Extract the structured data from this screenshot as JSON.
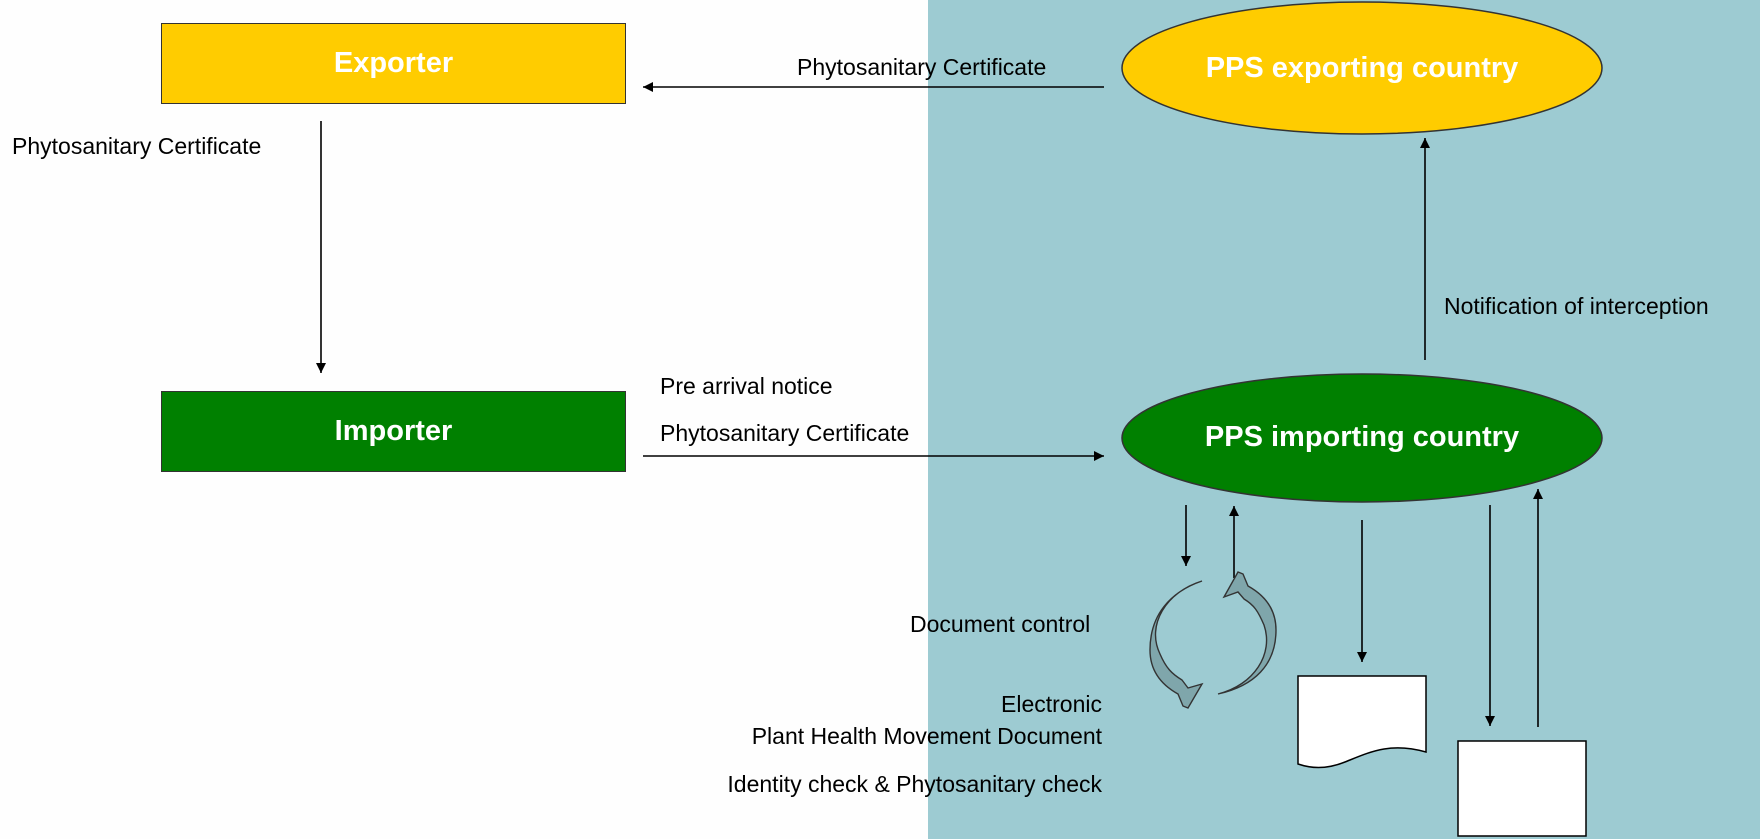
{
  "nodes": {
    "exporter": "Exporter",
    "importer": "Importer",
    "pps_exporting": "PPS exporting country",
    "pps_importing": "PPS importing country"
  },
  "edges": {
    "pps_to_exporter": "Phytosanitary Certificate",
    "exporter_to_importer": "Phytosanitary Certificate",
    "importer_pre_arrival": "Pre arrival notice",
    "importer_to_pps": "Phytosanitary Certificate",
    "notification": "Notification of interception",
    "document_control": "Document control",
    "ephmd_line1": "Electronic",
    "ephmd_line2": "Plant Health Movement Document",
    "identity_check": "Identity check & Phytosanitary check"
  },
  "colors": {
    "exporter": "#ffcc00",
    "importer": "#008000",
    "panel": "#9dcbd2",
    "cycle_arrow": "#7fa6ab"
  }
}
